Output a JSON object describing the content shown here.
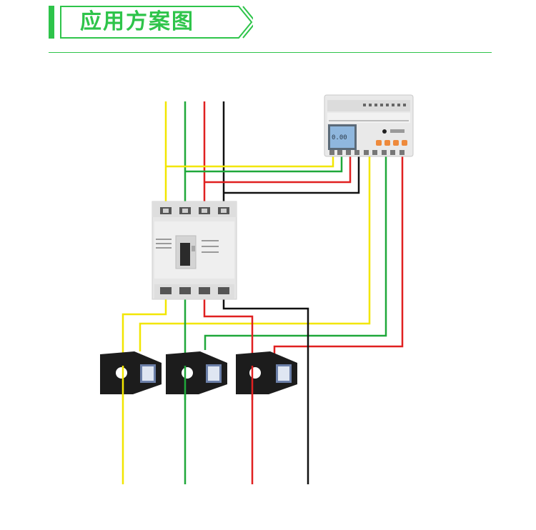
{
  "header": {
    "title": "应用方案图"
  },
  "colors": {
    "accent": "#2ec44a",
    "wire_yellow": "#f2e600",
    "wire_green": "#1fa83a",
    "wire_red": "#e02020",
    "wire_black": "#111111"
  },
  "components": {
    "meter_icon": "three-phase-energy-meter",
    "breaker_icon": "molded-case-circuit-breaker",
    "ct_icon": "split-core-current-transformer"
  }
}
